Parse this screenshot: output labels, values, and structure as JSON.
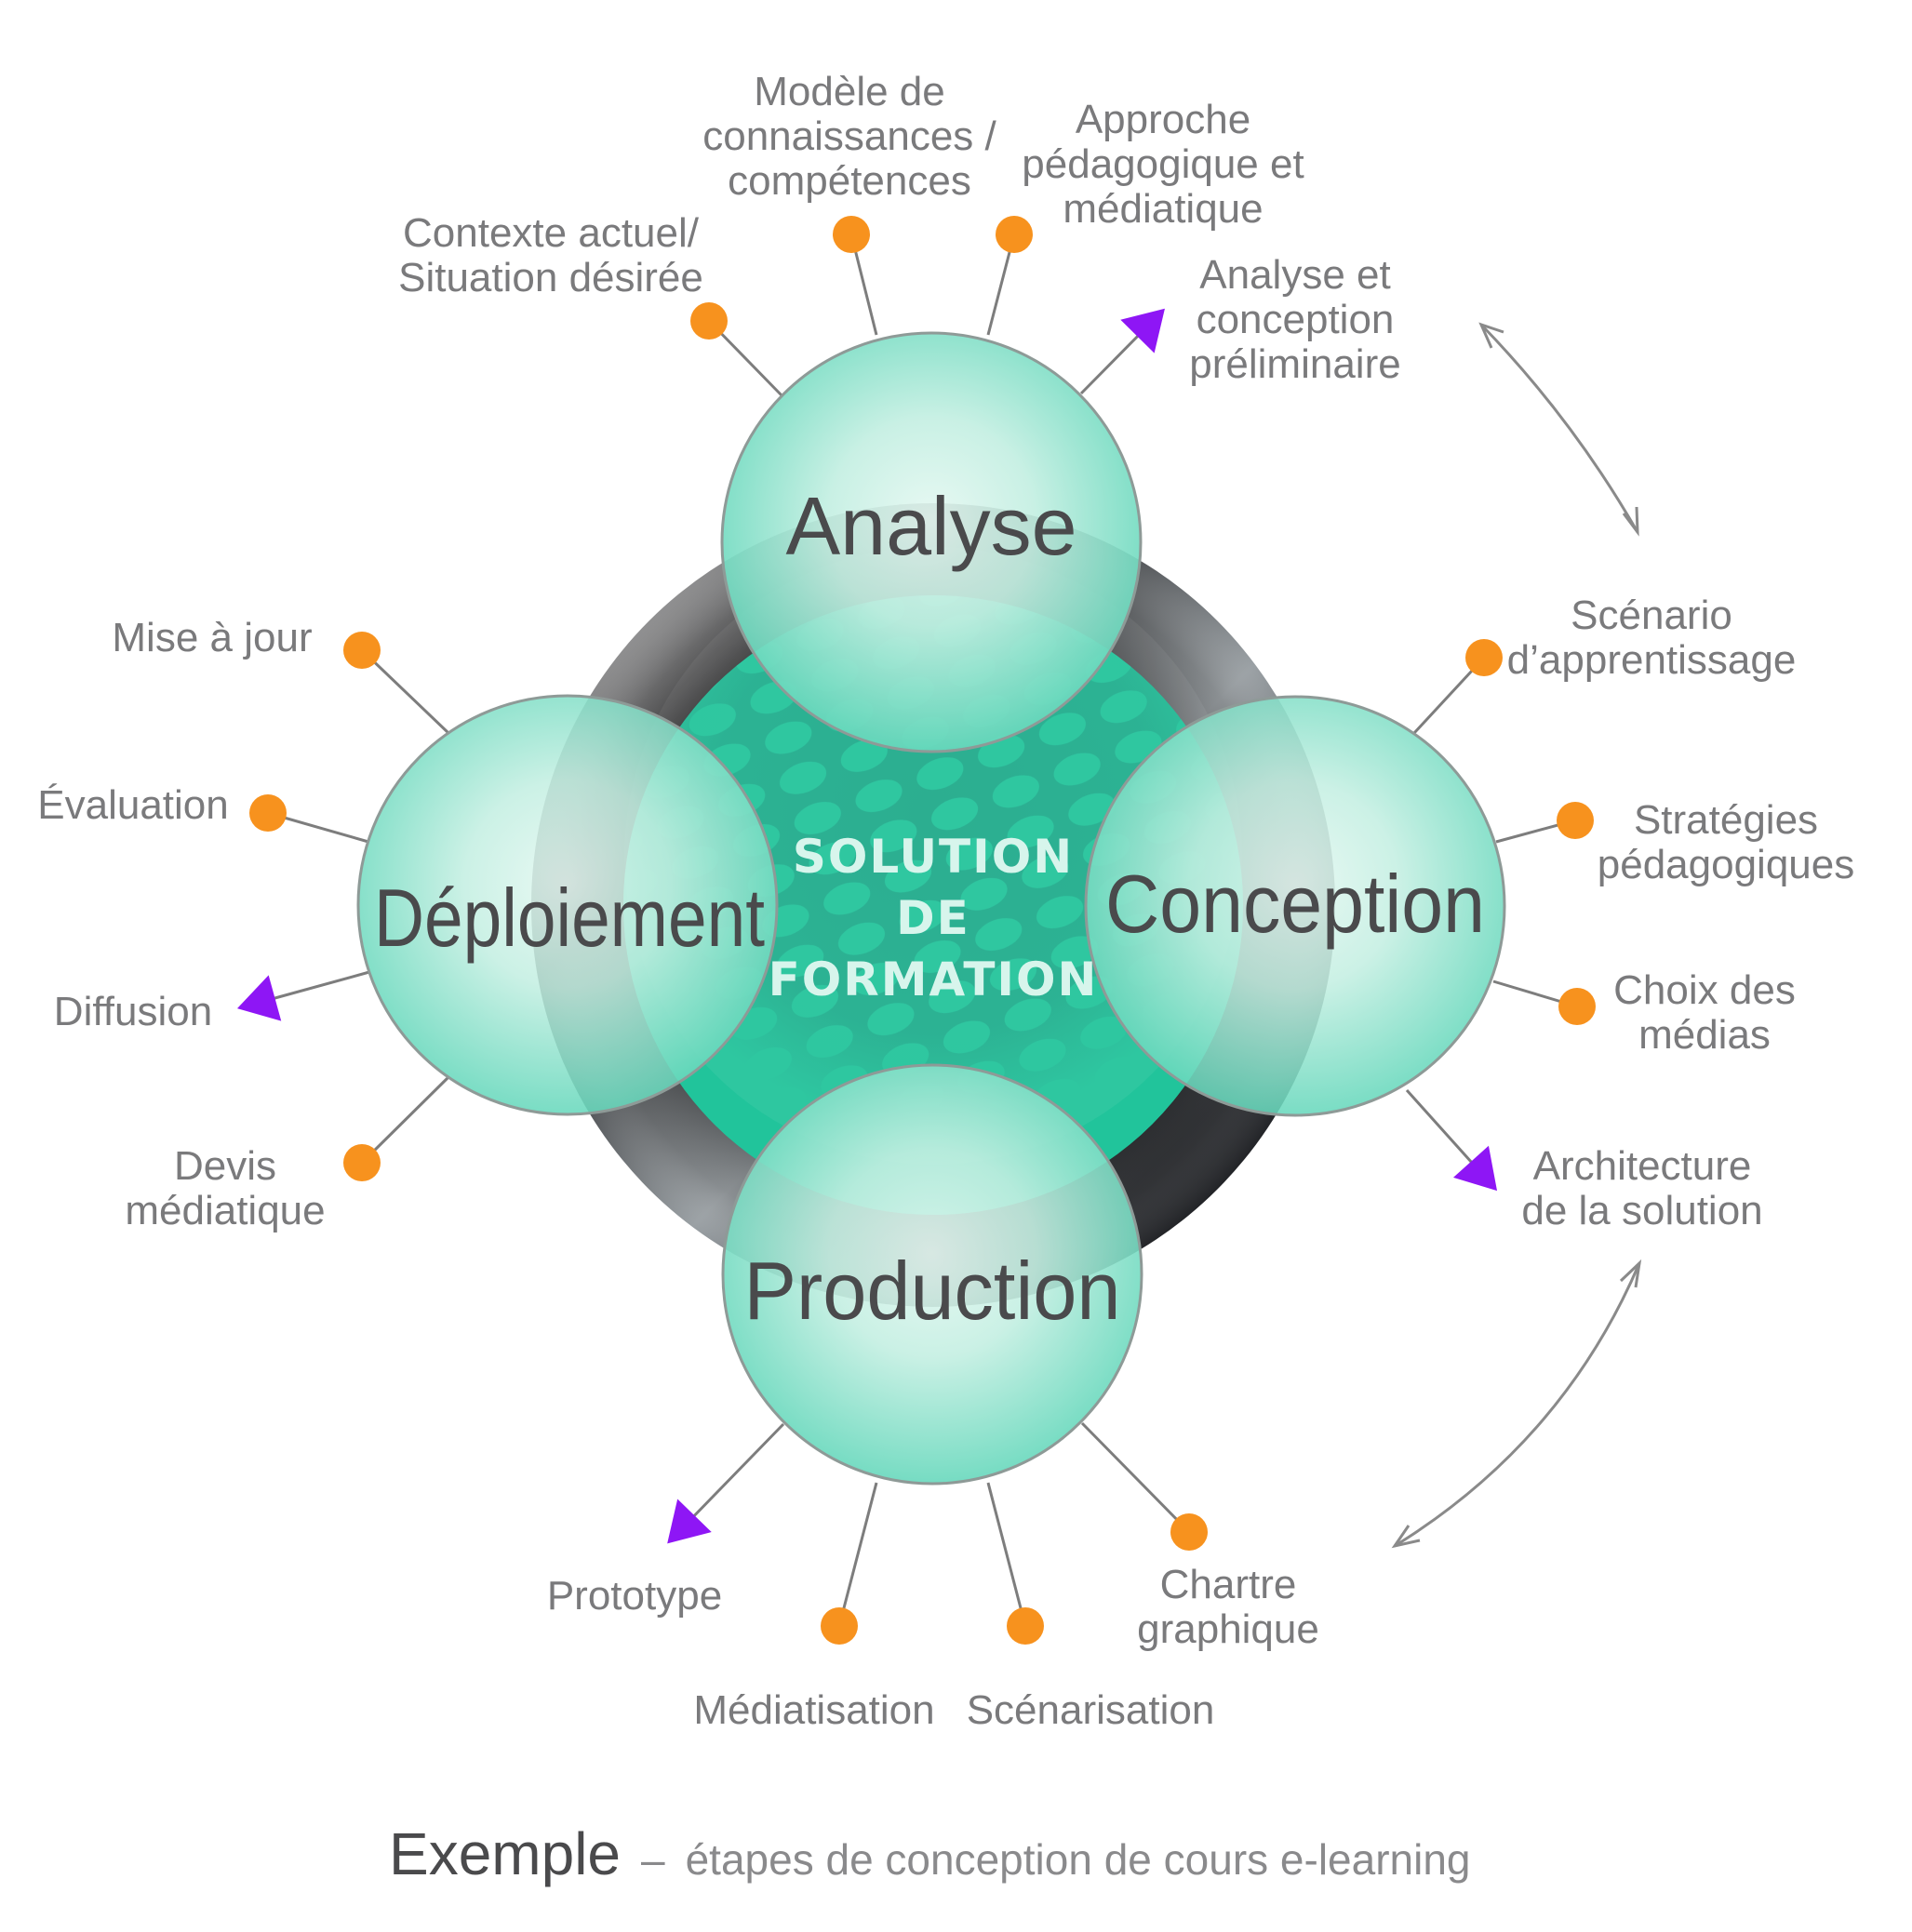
{
  "colors": {
    "dot": "#F7921E",
    "deliverable": "#8E16F5",
    "stage_fill": "#7ADDC4",
    "core": "#21C49B",
    "text_dark": "#4A4A4C",
    "text_light": "#7A7A7C"
  },
  "legend_semantics": {
    "dot": "activity",
    "triangle": "deliverable"
  },
  "center": {
    "lines": [
      "SOLUTION",
      "DE",
      "FORMATION"
    ]
  },
  "stages": [
    {
      "id": "analyse",
      "label": "Analyse",
      "items": [
        {
          "type": "dot",
          "lines": [
            "Contexte actuel/",
            "Situation désirée"
          ]
        },
        {
          "type": "dot",
          "lines": [
            "Modèle de",
            "connaissances /",
            "compétences"
          ]
        },
        {
          "type": "dot",
          "lines": [
            "Approche",
            "pédagogique et",
            "médiatique"
          ]
        },
        {
          "type": "triangle",
          "lines": [
            "Analyse et",
            "conception",
            "préliminaire"
          ]
        }
      ]
    },
    {
      "id": "conception",
      "label": "Conception",
      "items": [
        {
          "type": "dot",
          "lines": [
            "Scénario",
            "d’apprentissage"
          ]
        },
        {
          "type": "dot",
          "lines": [
            "Stratégies",
            "pédagogiques"
          ]
        },
        {
          "type": "dot",
          "lines": [
            "Choix des",
            "médias"
          ]
        },
        {
          "type": "triangle",
          "lines": [
            "Architecture",
            "de la solution"
          ]
        }
      ]
    },
    {
      "id": "production",
      "label": "Production",
      "items": [
        {
          "type": "dot",
          "lines": [
            "Chartre",
            "graphique"
          ]
        },
        {
          "type": "dot",
          "lines": [
            "Scénarisation"
          ]
        },
        {
          "type": "dot",
          "lines": [
            "Médiatisation"
          ]
        },
        {
          "type": "triangle",
          "lines": [
            "Prototype"
          ]
        }
      ]
    },
    {
      "id": "deploiement",
      "label": "Déploiement",
      "items": [
        {
          "type": "dot",
          "lines": [
            "Mise à jour"
          ]
        },
        {
          "type": "dot",
          "lines": [
            "Évaluation"
          ]
        },
        {
          "type": "triangle",
          "lines": [
            "Diffusion"
          ]
        },
        {
          "type": "dot",
          "lines": [
            "Devis",
            "médiatique"
          ]
        }
      ]
    }
  ],
  "cycle_arrows": [
    "bidirectional",
    "bidirectional"
  ],
  "caption": {
    "main": "Exemple",
    "separator": "–",
    "sub": "étapes de conception de cours e-learning"
  }
}
